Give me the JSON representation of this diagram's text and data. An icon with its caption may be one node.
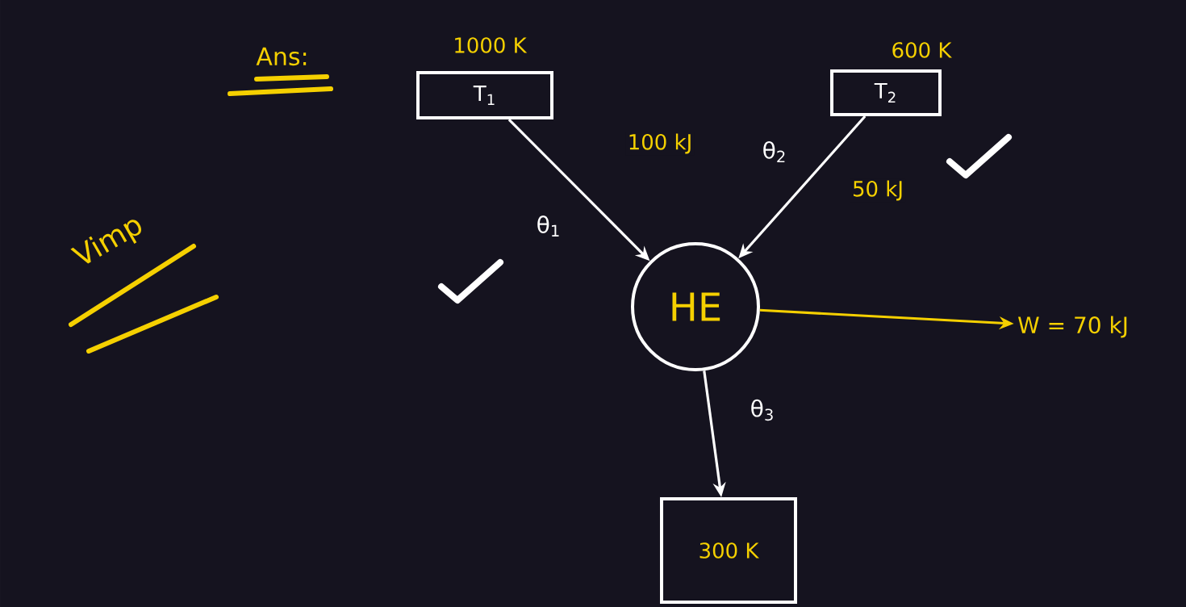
{
  "diagram": {
    "nodes": [
      {
        "text": [
          "T$_{1}$"
        ],
        "beside": [
          "1000 K"
        ]
      },
      {
        "text": [
          "T$_{2}$"
        ],
        "beside": [
          "600 K"
        ]
      },
      {
        "text": [
          "HE"
        ]
      },
      {
        "text": [
          "300 K"
        ]
      },
      {
        "text": [
          "W = 70 kJ"
        ]
      }
    ],
    "edges": [
      {
        "from": 0,
        "to": 2,
        "arrow": "to",
        "label": "100 kJ"
      },
      {
        "from": 1,
        "to": 2,
        "arrow": "to",
        "label": "50 kJ"
      },
      {
        "from": 2,
        "to": 3,
        "arrow": "to"
      },
      {
        "from": 2,
        "to": 4,
        "arrow": "to",
        "color": "#f5d000"
      }
    ],
    "labels": [
      "Ans:",
      "Vimp",
      "θ$_{1}$",
      "θ$_{2}$",
      "θ$_{3}$"
    ]
  }
}
